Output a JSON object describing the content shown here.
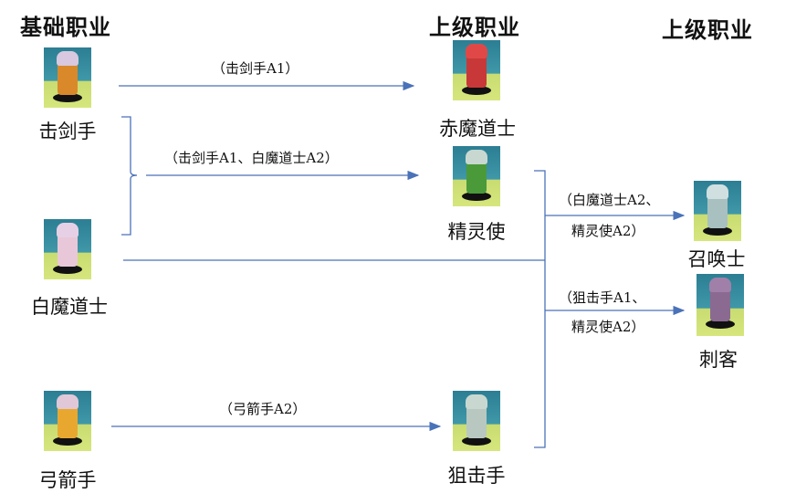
{
  "headers": {
    "base": "基础职业",
    "advanced1": "上级职业",
    "advanced2": "上级职业"
  },
  "classes": {
    "swordsman": "击剑手",
    "white_mage": "白魔道士",
    "archer": "弓箭手",
    "red_mage": "赤魔道士",
    "spirit_user": "精灵使",
    "sniper": "狙击手",
    "summoner": "召唤士",
    "assassin": "刺客"
  },
  "conditions": {
    "red_mage": "（击剑手A1）",
    "spirit_user": "（击剑手A1、白魔道士A2）",
    "sniper": "（弓箭手A2）",
    "summoner_1": "（白魔道士A2、",
    "summoner_2": "精灵使A2）",
    "assassin_1": "（狙击手A1、",
    "assassin_2": "精灵使A2）"
  },
  "colors": {
    "line": "#4a72b8"
  }
}
